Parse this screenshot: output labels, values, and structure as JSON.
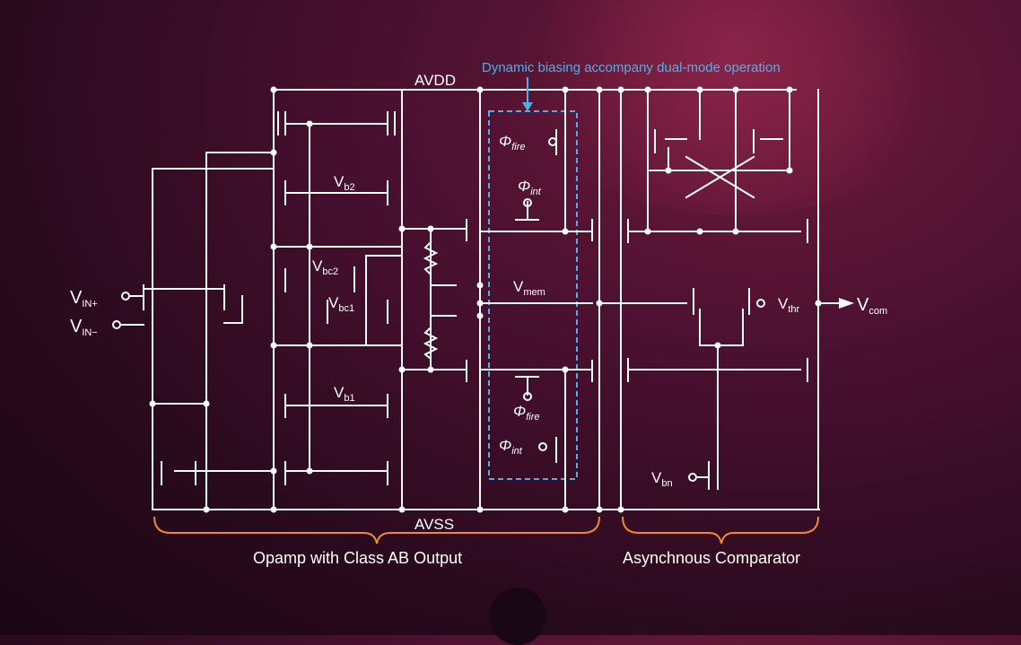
{
  "rails": {
    "top": "AVDD",
    "bottom": "AVSS"
  },
  "annotation": "Dynamic biasing accompany dual-mode operation",
  "inputs": {
    "vin_plus": {
      "main": "V",
      "sub": "IN+"
    },
    "vin_minus": {
      "main": "V",
      "sub": "IN−"
    }
  },
  "bias": {
    "vb2": {
      "main": "V",
      "sub": "b2"
    },
    "vbc2": {
      "main": "V",
      "sub": "bc2"
    },
    "vbc1": {
      "main": "V",
      "sub": "bc1"
    },
    "vb1": {
      "main": "V",
      "sub": "b1"
    },
    "vbn": {
      "main": "V",
      "sub": "bn"
    },
    "vthr": {
      "main": "V",
      "sub": "thr"
    }
  },
  "phases": {
    "fire_top": {
      "main": "Φ",
      "sub": "fire"
    },
    "int_top": {
      "main": "Φ",
      "sub": "int"
    },
    "fire_bottom": {
      "main": "Φ",
      "sub": "fire"
    },
    "int_bottom": {
      "main": "Φ",
      "sub": "int"
    }
  },
  "nodes": {
    "vmem": {
      "main": "V",
      "sub": "mem"
    },
    "vcom": {
      "main": "V",
      "sub": "com"
    }
  },
  "captions": {
    "opamp": "Opamp with Class AB Output",
    "comparator": "Asynchnous Comparator"
  },
  "colors": {
    "annotation": "#4fb0e8",
    "brace": "#f08a2c",
    "wire": "#ffffff"
  }
}
